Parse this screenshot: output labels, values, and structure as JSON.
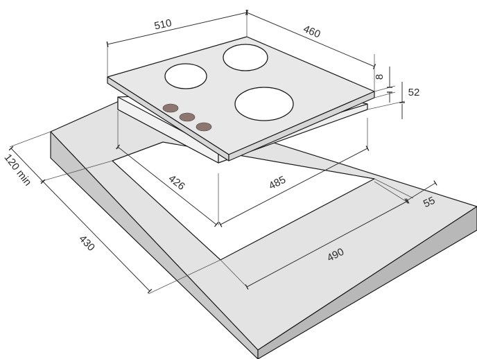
{
  "dimensions": {
    "hob_width": "510",
    "hob_depth": "460",
    "glass_thickness": "8",
    "total_height": "52",
    "cutout_depth": "426",
    "cutout_width": "485",
    "worktop_front_gap": "55",
    "worktop_width": "490",
    "worktop_depth": "430",
    "wall_clearance": "120 min"
  },
  "colors": {
    "worktop_top": "#e3e3e3",
    "worktop_side": "#c9c9c9",
    "worktop_front": "#b8b8b8",
    "glass": "#e8e8e8",
    "glass_edge": "#d6d6d6",
    "zone_fill": "#ffffff",
    "knob": "#8c7670"
  }
}
